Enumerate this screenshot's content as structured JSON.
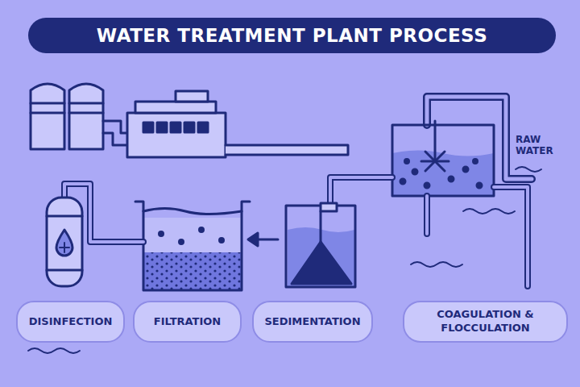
{
  "diagram": {
    "title": "WATER TREATMENT PLANT PROCESS",
    "nodes": [
      {
        "text": [
          "DISINFECTION"
        ]
      },
      {
        "text": [
          "FILTRATION"
        ]
      },
      {
        "text": [
          "SEDIMENTATION"
        ]
      },
      {
        "text": [
          "COAGULATION & FLOCCULATION"
        ]
      }
    ],
    "labels": [
      "RAW WATER"
    ]
  }
}
